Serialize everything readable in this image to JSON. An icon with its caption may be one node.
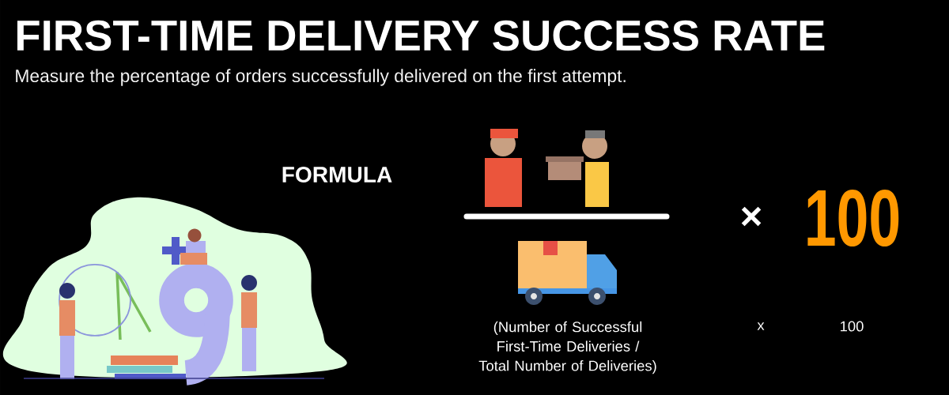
{
  "diagram": {
    "title": "FIRST-TIME DELIVERY SUCCESS RATE",
    "labels": [
      "Measure the percentage of orders successfully delivered on the first attempt.",
      "FORMULA",
      "×",
      "100",
      "(Number of Successful First-Time Deliveries / Total Number of Deliveries)",
      "x",
      "100"
    ]
  }
}
